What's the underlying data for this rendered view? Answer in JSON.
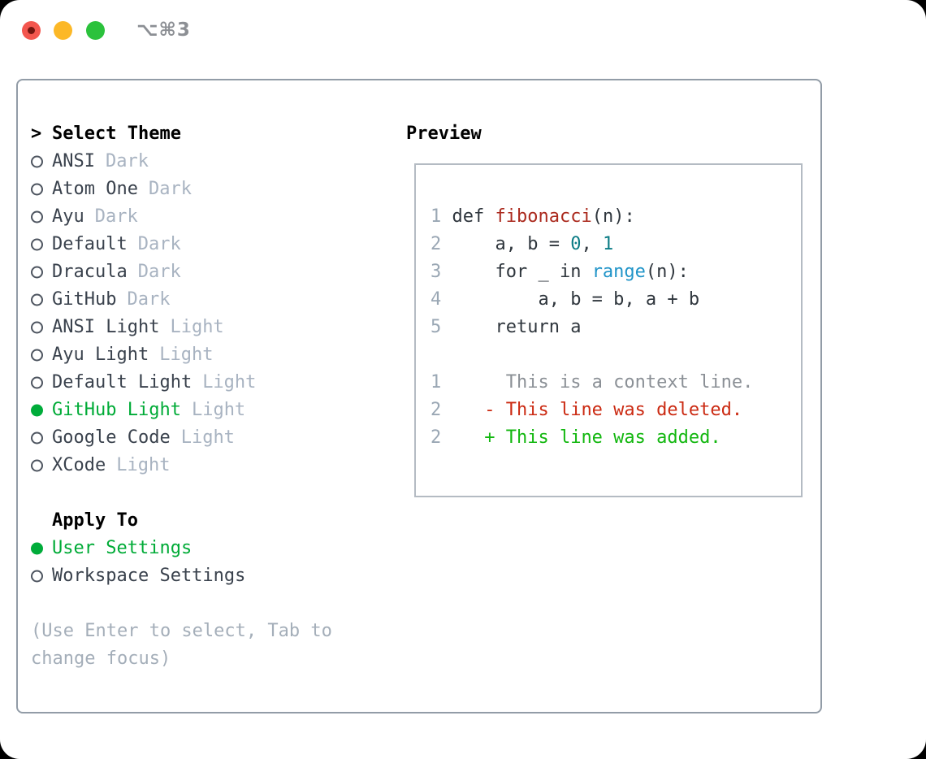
{
  "window": {
    "title": "⌥⌘3",
    "traffic_lights": {
      "close": "close-button",
      "minimize": "minimize-button",
      "zoom": "zoom-button"
    }
  },
  "theme_panel": {
    "header_marker": ">",
    "header": "Select Theme",
    "themes": [
      {
        "name": "ANSI",
        "tag": "Dark",
        "selected": false
      },
      {
        "name": "Atom One",
        "tag": "Dark",
        "selected": false
      },
      {
        "name": "Ayu",
        "tag": "Dark",
        "selected": false
      },
      {
        "name": "Default",
        "tag": "Dark",
        "selected": false
      },
      {
        "name": "Dracula",
        "tag": "Dark",
        "selected": false
      },
      {
        "name": "GitHub",
        "tag": "Dark",
        "selected": false
      },
      {
        "name": "ANSI Light",
        "tag": "Light",
        "selected": false
      },
      {
        "name": "Ayu Light",
        "tag": "Light",
        "selected": false
      },
      {
        "name": "Default Light",
        "tag": "Light",
        "selected": false
      },
      {
        "name": "GitHub Light",
        "tag": "Light",
        "selected": true
      },
      {
        "name": "Google Code",
        "tag": "Light",
        "selected": false
      },
      {
        "name": "XCode",
        "tag": "Light",
        "selected": false
      }
    ],
    "apply_header": "Apply To",
    "apply_options": [
      {
        "name": "User Settings",
        "selected": true
      },
      {
        "name": "Workspace Settings",
        "selected": false
      }
    ],
    "hint_lines": [
      "(Use Enter to select, Tab to",
      "change focus)"
    ]
  },
  "preview": {
    "header": "Preview",
    "code_lines": [
      {
        "segments": [
          {
            "t": "1",
            "c": "num"
          },
          {
            "t": " def ",
            "c": "plain"
          },
          {
            "t": "fibonacci",
            "c": "func"
          },
          {
            "t": "(n):",
            "c": "plain"
          }
        ]
      },
      {
        "segments": [
          {
            "t": "2",
            "c": "num"
          },
          {
            "t": "     a, b = ",
            "c": "plain"
          },
          {
            "t": "0",
            "c": "lit"
          },
          {
            "t": ", ",
            "c": "plain"
          },
          {
            "t": "1",
            "c": "lit"
          }
        ]
      },
      {
        "segments": [
          {
            "t": "3",
            "c": "num"
          },
          {
            "t": "     for _ in ",
            "c": "plain"
          },
          {
            "t": "range",
            "c": "call"
          },
          {
            "t": "(n):",
            "c": "plain"
          }
        ]
      },
      {
        "segments": [
          {
            "t": "4",
            "c": "num"
          },
          {
            "t": "         a, b = b, a + b",
            "c": "plain"
          }
        ]
      },
      {
        "segments": [
          {
            "t": "5",
            "c": "num"
          },
          {
            "t": "     return a",
            "c": "plain"
          }
        ]
      },
      {
        "segments": []
      },
      {
        "segments": [
          {
            "t": "1",
            "c": "num"
          },
          {
            "t": "      This is a context line.",
            "c": "ctx"
          }
        ]
      },
      {
        "segments": [
          {
            "t": "2",
            "c": "num"
          },
          {
            "t": "    ",
            "c": "plain"
          },
          {
            "t": "- This line was deleted.",
            "c": "del"
          }
        ]
      },
      {
        "segments": [
          {
            "t": "2",
            "c": "num"
          },
          {
            "t": "    ",
            "c": "plain"
          },
          {
            "t": "+ This line was added.",
            "c": "add"
          }
        ]
      }
    ]
  },
  "colors": {
    "num": "#9aa7b4",
    "plain": "#2f363d",
    "func": "#ab2a1e",
    "lit": "#0b7c85",
    "call": "#2094c8",
    "ctx": "#8b9096",
    "del": "#cb2a12",
    "add": "#12b70f",
    "selection_green": "#00ac3a",
    "theme_name": "#3a424d",
    "variant_tag": "#a8b3c1",
    "hint_gray": "#a4aeb9",
    "panel_border": "#929ca7",
    "preview_border": "#b4bbc3",
    "title_gray": "#8c8f94",
    "traffic_red": "#f3564e",
    "traffic_yellow": "#fcb827",
    "traffic_green": "#2bc23c"
  }
}
